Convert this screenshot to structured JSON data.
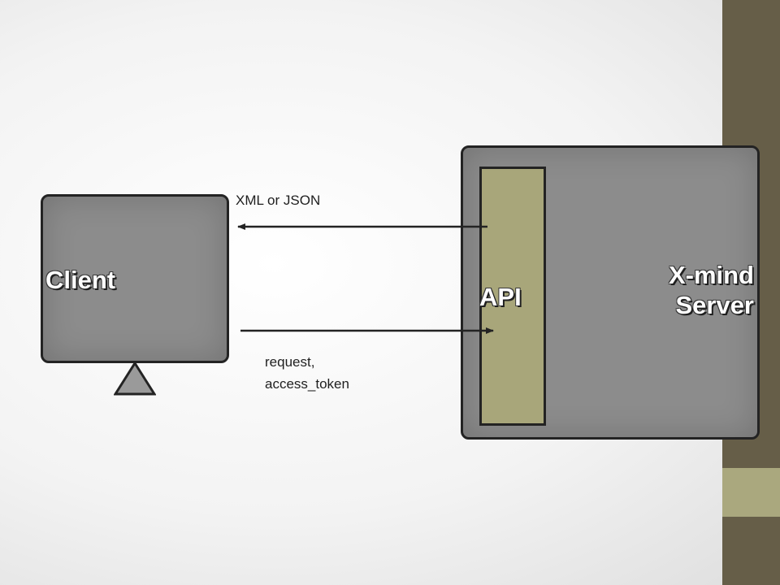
{
  "diagram": {
    "client": {
      "label": "Client"
    },
    "api": {
      "label": "API"
    },
    "server": {
      "label_line1": "X-mind",
      "label_line2": "Server"
    },
    "response_note": "XML or JSON",
    "request_note_line1": "request,",
    "request_note_line2": "access_token"
  }
}
